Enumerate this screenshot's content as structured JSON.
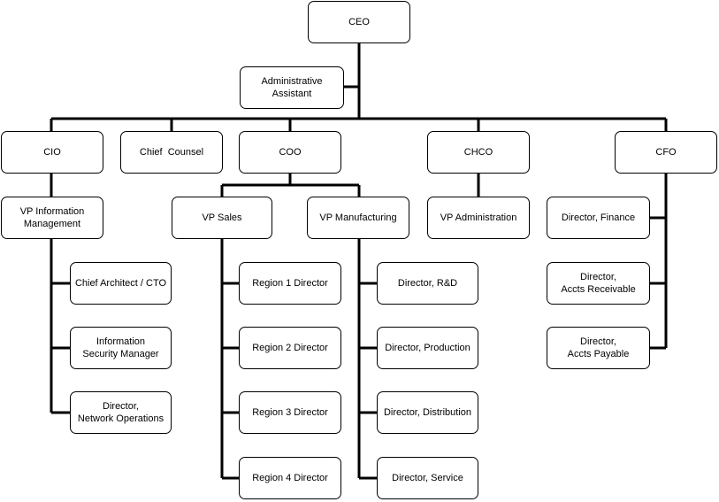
{
  "org_chart": {
    "ceo": "CEO",
    "admin": [
      "Administrative",
      "Assistant"
    ],
    "cio": "CIO",
    "counsel": "Chief  Counsel",
    "coo": "COO",
    "chco": "CHCO",
    "cfo": "CFO",
    "vp_info": [
      "VP Information",
      "Management"
    ],
    "chief_architect": "Chief Architect / CTO",
    "info_security": [
      "Information",
      "Security Manager"
    ],
    "network_ops": [
      "Director,",
      "Network Operations"
    ],
    "vp_sales": "VP Sales",
    "region1": "Region 1 Director",
    "region2": "Region 2 Director",
    "region3": "Region 3 Director",
    "region4": "Region 4 Director",
    "vp_mfg": "VP Manufacturing",
    "dir_rd": "Director, R&D",
    "dir_production": "Director, Production",
    "dir_distribution": "Director, Distribution",
    "dir_service": "Director, Service",
    "vp_admin": "VP Administration",
    "dir_finance": "Director, Finance",
    "accts_receivable": [
      "Director,",
      "Accts Receivable"
    ],
    "accts_payable": [
      "Director,",
      "Accts Payable"
    ]
  }
}
